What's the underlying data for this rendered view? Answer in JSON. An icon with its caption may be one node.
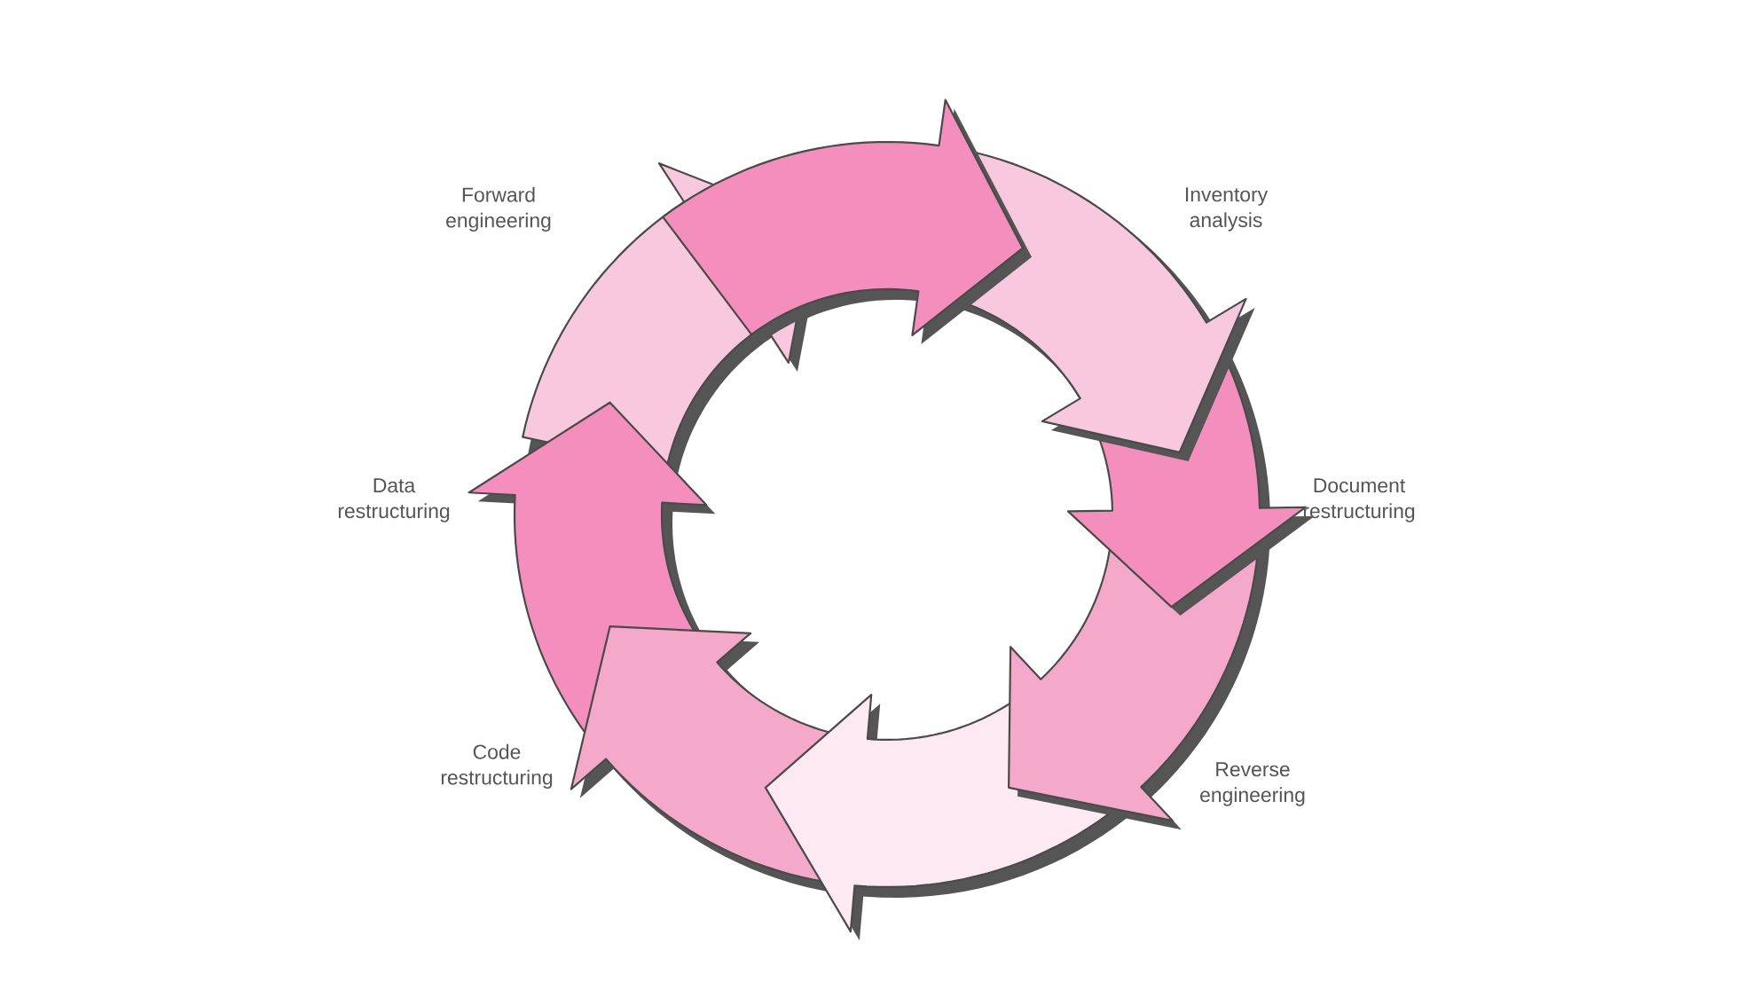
{
  "diagram": {
    "labels": [
      "Forward engineering",
      "Inventory analysis",
      "Data restructuring",
      "Document restructuring",
      "Code restructuring",
      "Reverse engineering"
    ]
  }
}
